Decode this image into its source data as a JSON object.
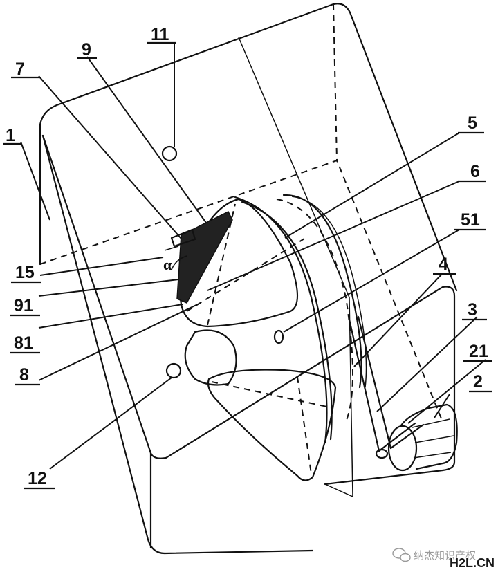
{
  "figure": {
    "labels": {
      "l1": "1",
      "l2": "2",
      "l3": "3",
      "l4": "4",
      "l5": "5",
      "l6": "6",
      "l7": "7",
      "l8": "8",
      "l9": "9",
      "l11": "11",
      "l12": "12",
      "l15": "15",
      "l21": "21",
      "l51": "51",
      "l81": "81",
      "l91": "91",
      "alpha": "α"
    }
  },
  "watermark": {
    "text": "纳杰知识产权",
    "brand": "H2L.CN"
  }
}
